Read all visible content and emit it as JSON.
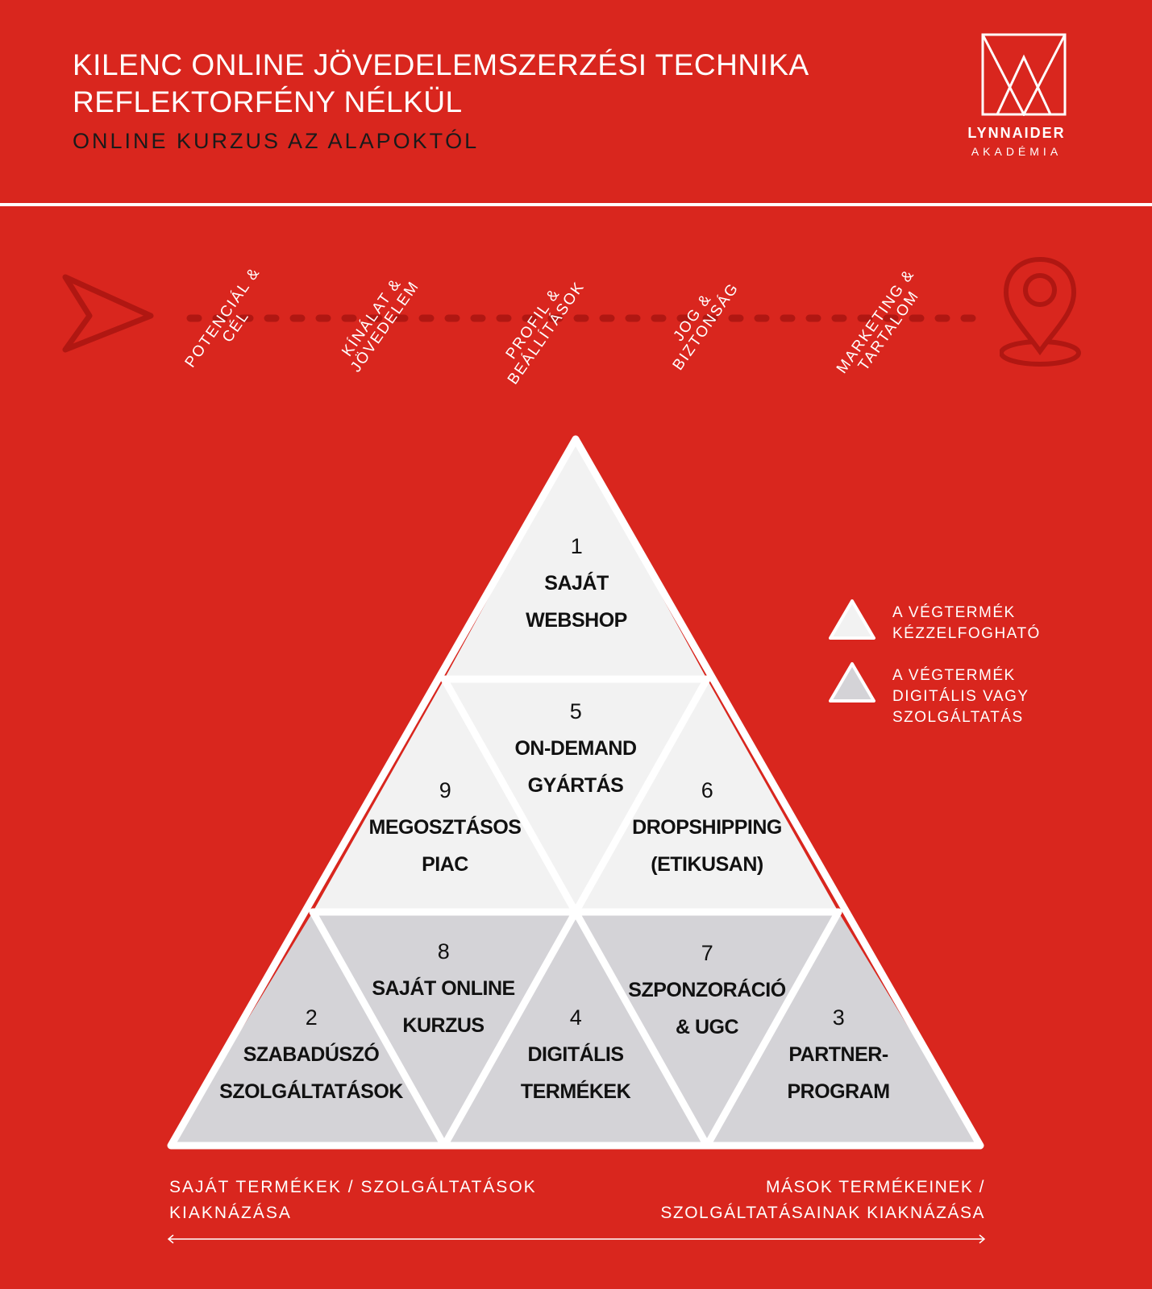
{
  "header": {
    "title_line1": "KILENC ONLINE JÖVEDELEMSZERZÉSI TECHNIKA",
    "title_line2": "REFLEKTORFÉNY NÉLKÜL",
    "subtitle": "ONLINE KURZUS AZ ALAPOKTÓL",
    "brand_name": "LYNNAIDER",
    "brand_sub": "AKADÉMIA"
  },
  "roadmap": {
    "steps": [
      {
        "line1": "POTENCIÁL &",
        "line2": "CÉL"
      },
      {
        "line1": "KÍNÁLAT &",
        "line2": "JÖVEDELEM"
      },
      {
        "line1": "PROFIL &",
        "line2": "BEÁLLÍTÁSOK"
      },
      {
        "line1": "JOG &",
        "line2": "BIZTONSÁG"
      },
      {
        "line1": "MARKETING &",
        "line2": "TARTALOM"
      }
    ]
  },
  "pyramid": {
    "cells": [
      {
        "num": "1",
        "line1": "SAJÁT",
        "line2": "WEBSHOP"
      },
      {
        "num": "5",
        "line1": "ON-DEMAND",
        "line2": "GYÁRTÁS"
      },
      {
        "num": "9",
        "line1": "MEGOSZTÁSOS",
        "line2": "PIAC"
      },
      {
        "num": "6",
        "line1": "DROPSHIPPING",
        "line2": "(ETIKUSAN)"
      },
      {
        "num": "8",
        "line1": "SAJÁT ONLINE",
        "line2": "KURZUS"
      },
      {
        "num": "7",
        "line1": "SZPONZORÁCIÓ",
        "line2": "& UGC"
      },
      {
        "num": "2",
        "line1": "SZABADÚSZÓ",
        "line2": "SZOLGÁLTATÁSOK"
      },
      {
        "num": "4",
        "line1": "DIGITÁLIS",
        "line2": "TERMÉKEK"
      },
      {
        "num": "3",
        "line1": "PARTNER-",
        "line2": "PROGRAM"
      }
    ]
  },
  "legend": {
    "items": [
      {
        "line1": "A VÉGTERMÉK",
        "line2": "KÉZZELFOGHATÓ",
        "color": "#f2f2f2"
      },
      {
        "line1": "A VÉGTERMÉK",
        "line2": "DIGITÁLIS VAGY",
        "line3": "SZOLGÁLTATÁS",
        "color": "#d4d3d7"
      }
    ]
  },
  "footer": {
    "left_line1": "SAJÁT TERMÉKEK / SZOLGÁLTATÁSOK",
    "left_line2": "KIAKNÁZÁSA",
    "right_line1": "MÁSOK TERMÉKEINEK /",
    "right_line2": "SZOLGÁLTATÁSAINAK KIAKNÁZÁSA"
  }
}
